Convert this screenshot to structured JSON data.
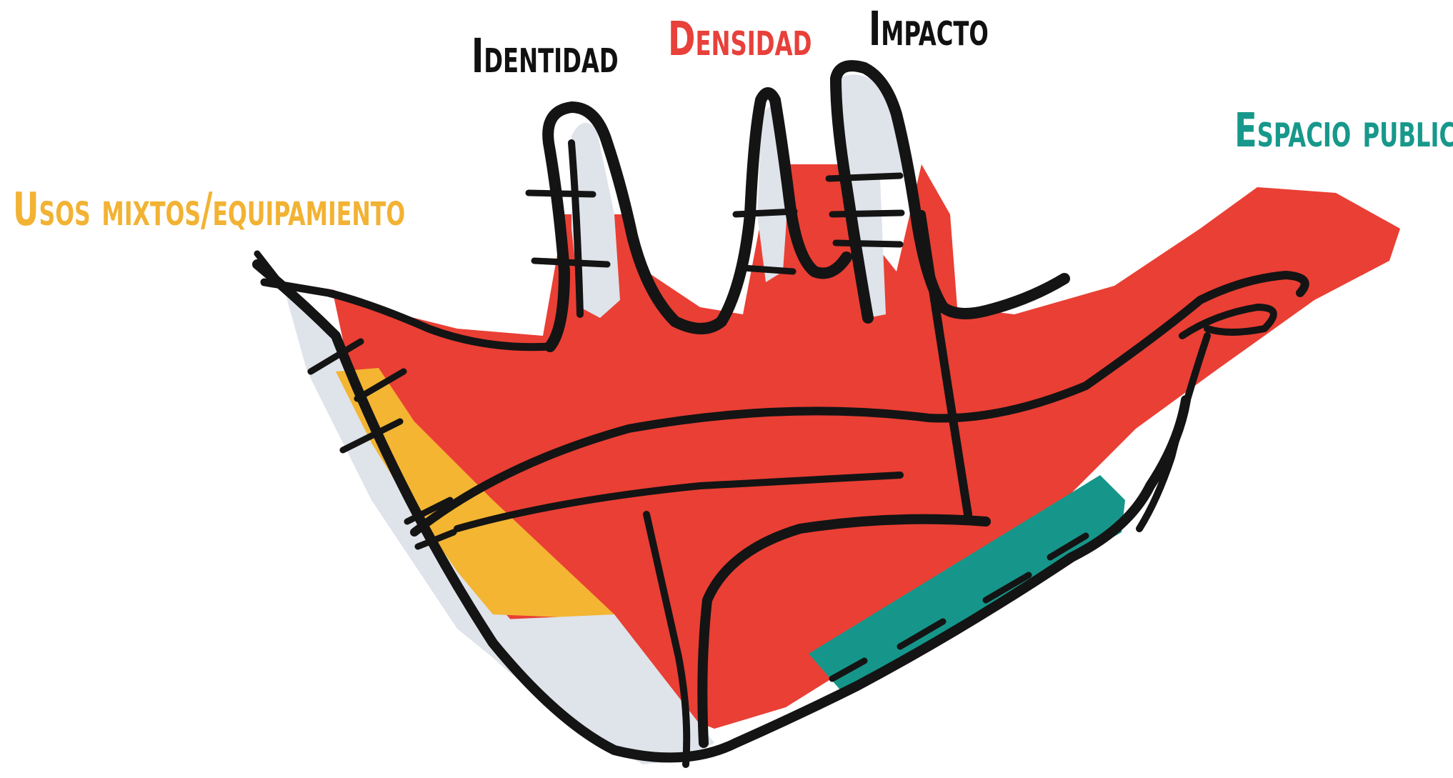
{
  "labels": {
    "identidad": "Identidad",
    "densidad": "Densidad",
    "impacto": "Impacto",
    "espacio_publico": "Espacio publico",
    "usos_mixtos": "Usos mixtos/equipamiento"
  },
  "colors": {
    "identidad": "#111111",
    "densidad": "#e8403a",
    "impacto": "#111111",
    "espacio_publico": "#17988b",
    "usos_mixtos": "#f2b233",
    "hand_fill": "#ea3f34",
    "hand_outline": "#141414",
    "finger_highlight": "#dfe3ea",
    "green_band": "#16968a",
    "yellow_band": "#f3b532"
  },
  "icons": {
    "main": "open-hand-icon"
  }
}
